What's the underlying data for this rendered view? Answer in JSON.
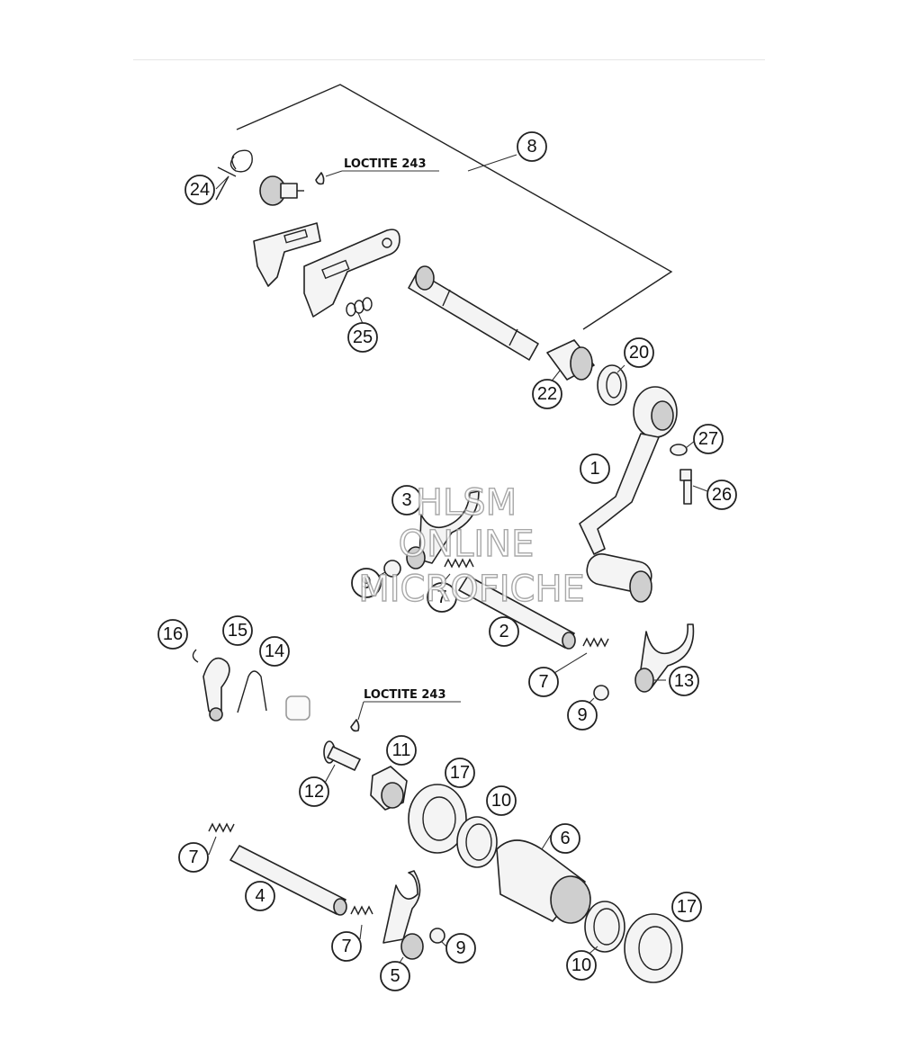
{
  "callouts": [
    {
      "id": "c8",
      "label": "8"
    },
    {
      "id": "c24",
      "label": "24"
    },
    {
      "id": "c25",
      "label": "25"
    },
    {
      "id": "c22",
      "label": "22"
    },
    {
      "id": "c20",
      "label": "20"
    },
    {
      "id": "c27",
      "label": "27"
    },
    {
      "id": "c1",
      "label": "1"
    },
    {
      "id": "c26",
      "label": "26"
    },
    {
      "id": "c3",
      "label": "3"
    },
    {
      "id": "c9a",
      "label": "9"
    },
    {
      "id": "c7a",
      "label": "7"
    },
    {
      "id": "c2",
      "label": "2"
    },
    {
      "id": "c16",
      "label": "16"
    },
    {
      "id": "c15",
      "label": "15"
    },
    {
      "id": "c14",
      "label": "14"
    },
    {
      "id": "c7b",
      "label": "7"
    },
    {
      "id": "c13",
      "label": "13"
    },
    {
      "id": "c9b",
      "label": "9"
    },
    {
      "id": "c11",
      "label": "11"
    },
    {
      "id": "c17a",
      "label": "17"
    },
    {
      "id": "c12",
      "label": "12"
    },
    {
      "id": "c10a",
      "label": "10"
    },
    {
      "id": "c6",
      "label": "6"
    },
    {
      "id": "c7c",
      "label": "7"
    },
    {
      "id": "c4",
      "label": "4"
    },
    {
      "id": "c17b",
      "label": "17"
    },
    {
      "id": "c7d",
      "label": "7"
    },
    {
      "id": "c9c",
      "label": "9"
    },
    {
      "id": "c10b",
      "label": "10"
    },
    {
      "id": "c5",
      "label": "5"
    }
  ],
  "notes": {
    "loctite_top": "LOCTITE 243",
    "loctite_mid": "LOCTITE 243"
  },
  "watermark": {
    "line1": "HLSM",
    "line2": "ONLINE",
    "line3": "MICROFICHE"
  }
}
